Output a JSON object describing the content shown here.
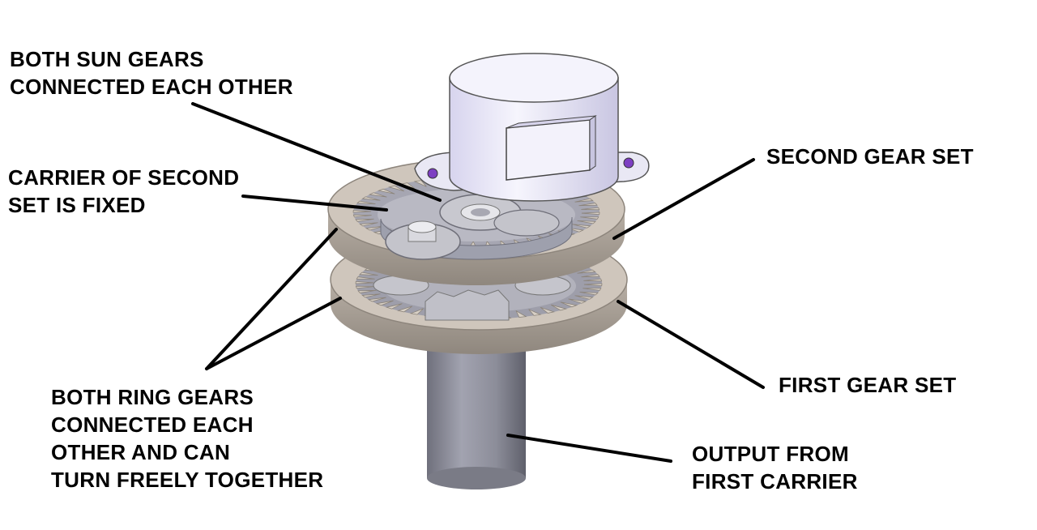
{
  "labels": {
    "sun_gears": [
      "BOTH SUN GEARS",
      "CONNECTED EACH OTHER"
    ],
    "carrier_fixed": [
      "CARRIER OF SECOND",
      "SET IS FIXED"
    ],
    "second_gear_set": [
      "SECOND GEAR SET"
    ],
    "first_gear_set": [
      "FIRST GEAR SET"
    ],
    "ring_gears": [
      "BOTH RING GEARS",
      "CONNECTED EACH",
      "OTHER AND CAN",
      "TURN FREELY TOGETHER"
    ],
    "output": [
      "OUTPUT FROM",
      "FIRST CARRIER"
    ]
  },
  "colors": {
    "background": "#ffffff",
    "text": "#000000",
    "leader_line": "#000000",
    "ring_face": "#cfc6bc",
    "ring_side": "#a39a90",
    "ring_shadow": "#7d756c",
    "gear_metal": "#c9c9cf",
    "gear_dark": "#8a8a94",
    "shaft": "#8f909c",
    "shaft_dark": "#6c6d78",
    "motor_body": "#eceaf8",
    "motor_shade": "#c8c5e0",
    "bolt": "#7d3fc2"
  },
  "icons": {
    "motor": "motor-icon",
    "shaft": "output-shaft-icon",
    "gear": "gear-icon"
  }
}
